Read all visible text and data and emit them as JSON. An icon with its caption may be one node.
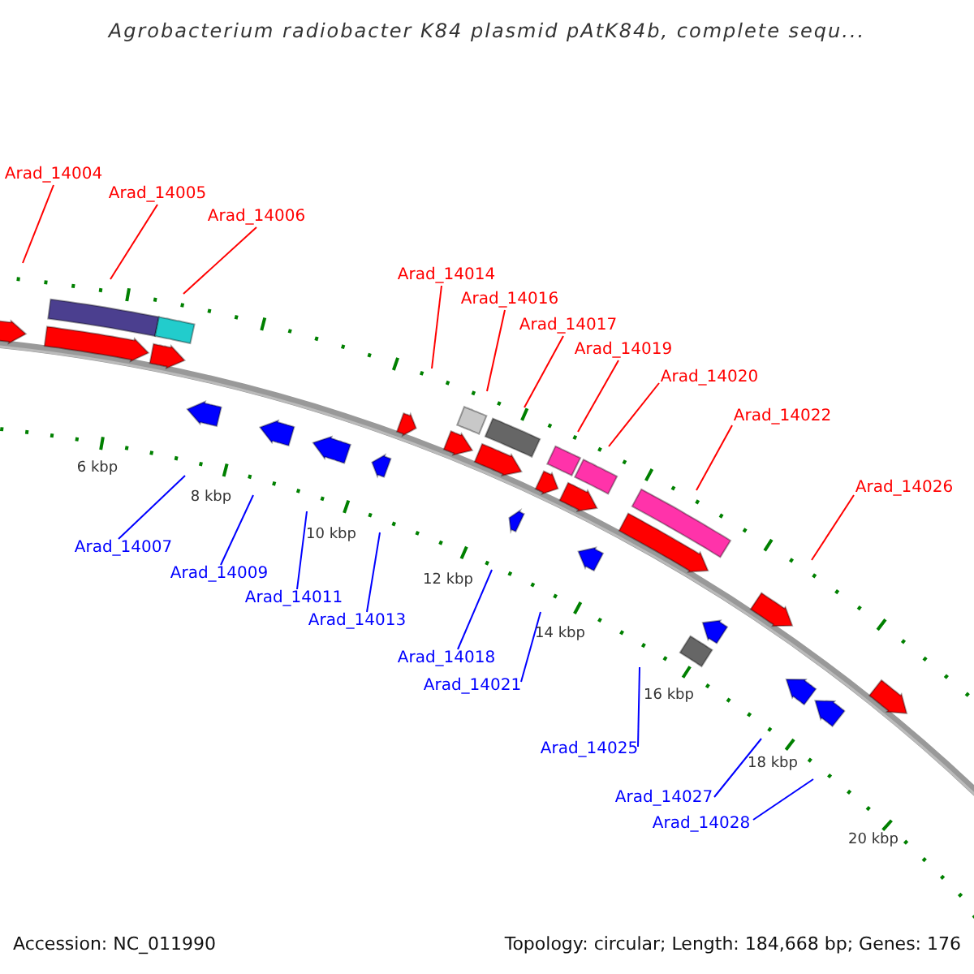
{
  "diagram": {
    "title": "Agrobacterium radiobacter K84 plasmid pAtK84b, complete sequ...",
    "nodes": [
      {
        "text": [
          "Arad_14004"
        ]
      },
      {
        "text": [
          "Arad_14005"
        ]
      },
      {
        "text": [
          "Arad_14006"
        ]
      },
      {
        "text": [
          "Arad_14014"
        ]
      },
      {
        "text": [
          "Arad_14016"
        ]
      },
      {
        "text": [
          "Arad_14017"
        ]
      },
      {
        "text": [
          "Arad_14019"
        ]
      },
      {
        "text": [
          "Arad_14020"
        ]
      },
      {
        "text": [
          "Arad_14022"
        ]
      },
      {
        "text": [
          "Arad_14026"
        ]
      },
      {
        "text": [
          "Arad_14007"
        ]
      },
      {
        "text": [
          "Arad_14009"
        ]
      },
      {
        "text": [
          "Arad_14011"
        ]
      },
      {
        "text": [
          "Arad_14013"
        ]
      },
      {
        "text": [
          "Arad_14018"
        ]
      },
      {
        "text": [
          "Arad_14021"
        ]
      },
      {
        "text": [
          "Arad_14025"
        ]
      },
      {
        "text": [
          "Arad_14027"
        ]
      },
      {
        "text": [
          "Arad_14028"
        ]
      }
    ],
    "edges": [
      {
        "from": 0,
        "to": null,
        "arrow": "none"
      },
      {
        "from": 1,
        "to": null,
        "arrow": "none"
      },
      {
        "from": 2,
        "to": null,
        "arrow": "none"
      },
      {
        "from": 3,
        "to": null,
        "arrow": "none"
      },
      {
        "from": 4,
        "to": null,
        "arrow": "none"
      },
      {
        "from": 5,
        "to": null,
        "arrow": "none"
      },
      {
        "from": 6,
        "to": null,
        "arrow": "none"
      },
      {
        "from": 7,
        "to": null,
        "arrow": "none"
      },
      {
        "from": 8,
        "to": null,
        "arrow": "none"
      },
      {
        "from": 9,
        "to": null,
        "arrow": "none"
      },
      {
        "from": 10,
        "to": null,
        "arrow": "none",
        "color": "#0000ff"
      },
      {
        "from": 11,
        "to": null,
        "arrow": "none",
        "color": "#0000ff"
      },
      {
        "from": 12,
        "to": null,
        "arrow": "none",
        "color": "#0000ff"
      },
      {
        "from": 13,
        "to": null,
        "arrow": "none",
        "color": "#0000ff"
      },
      {
        "from": 14,
        "to": null,
        "arrow": "none",
        "color": "#0000ff"
      },
      {
        "from": 15,
        "to": null,
        "arrow": "none",
        "color": "#0000ff"
      },
      {
        "from": 16,
        "to": null,
        "arrow": "none",
        "color": "#0000ff"
      },
      {
        "from": 17,
        "to": null,
        "arrow": "none",
        "color": "#0000ff"
      },
      {
        "from": 18,
        "to": null,
        "arrow": "none",
        "color": "#0000ff"
      }
    ],
    "labels": [
      "6 kbp",
      "8 kbp",
      "10 kbp",
      "12 kbp",
      "14 kbp",
      "16 kbp",
      "18 kbp",
      "20 kbp",
      "Accession: NC_011990",
      "Topology: circular; Length: 184,668 bp; Genes: 176"
    ]
  }
}
